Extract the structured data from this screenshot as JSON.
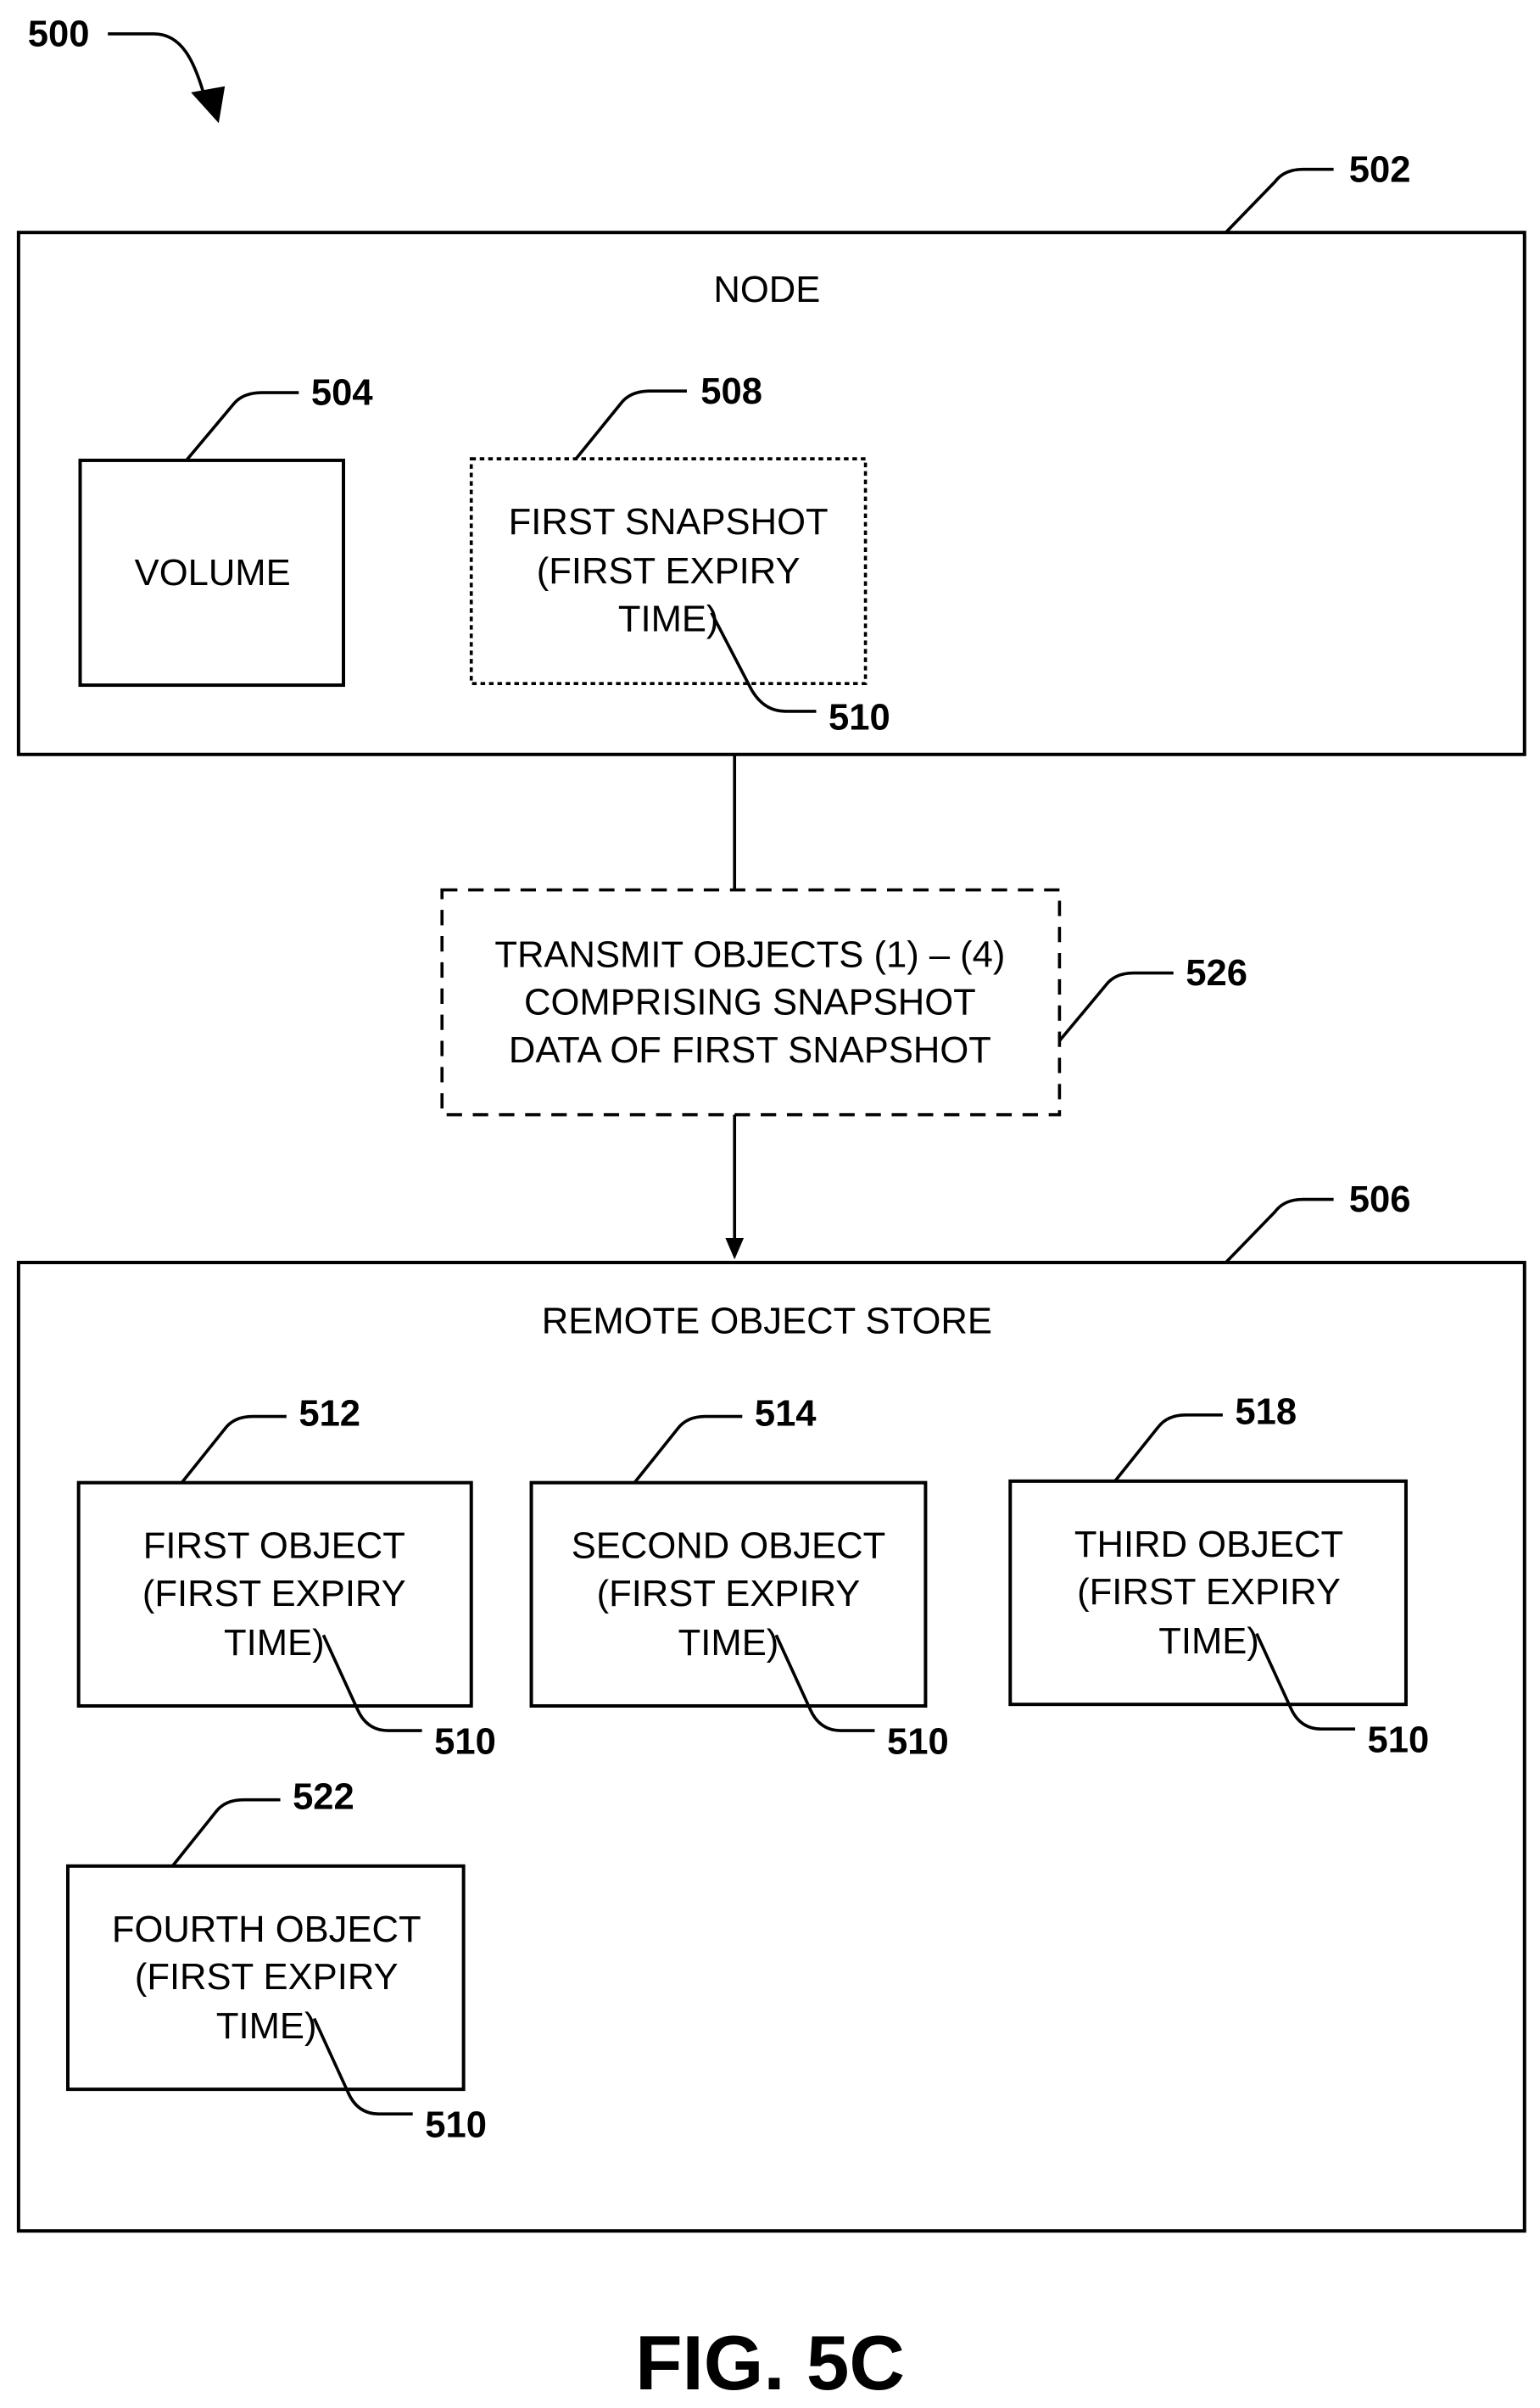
{
  "figure": {
    "ref": "500",
    "caption": "FIG. 5C"
  },
  "node": {
    "ref": "502",
    "title": "NODE",
    "volume": {
      "ref": "504",
      "label": "VOLUME"
    },
    "snapshot": {
      "ref": "508",
      "lines": [
        "FIRST SNAPSHOT",
        "(FIRST EXPIRY",
        "TIME)"
      ],
      "expiry_ref": "510"
    }
  },
  "transmit": {
    "ref": "526",
    "lines": [
      "TRANSMIT OBJECTS (1) – (4)",
      "COMPRISING  SNAPSHOT",
      "DATA OF FIRST SNAPSHOT"
    ]
  },
  "store": {
    "ref": "506",
    "title": "REMOTE OBJECT STORE",
    "objects": [
      {
        "ref": "512",
        "lines": [
          "FIRST OBJECT",
          "(FIRST EXPIRY",
          "TIME)"
        ],
        "expiry_ref": "510"
      },
      {
        "ref": "514",
        "lines": [
          "SECOND OBJECT",
          "(FIRST EXPIRY",
          "TIME)"
        ],
        "expiry_ref": "510"
      },
      {
        "ref": "518",
        "lines": [
          "THIRD OBJECT",
          "(FIRST EXPIRY",
          "TIME)"
        ],
        "expiry_ref": "510"
      },
      {
        "ref": "522",
        "lines": [
          "FOURTH OBJECT",
          "(FIRST EXPIRY",
          "TIME)"
        ],
        "expiry_ref": "510"
      }
    ]
  }
}
